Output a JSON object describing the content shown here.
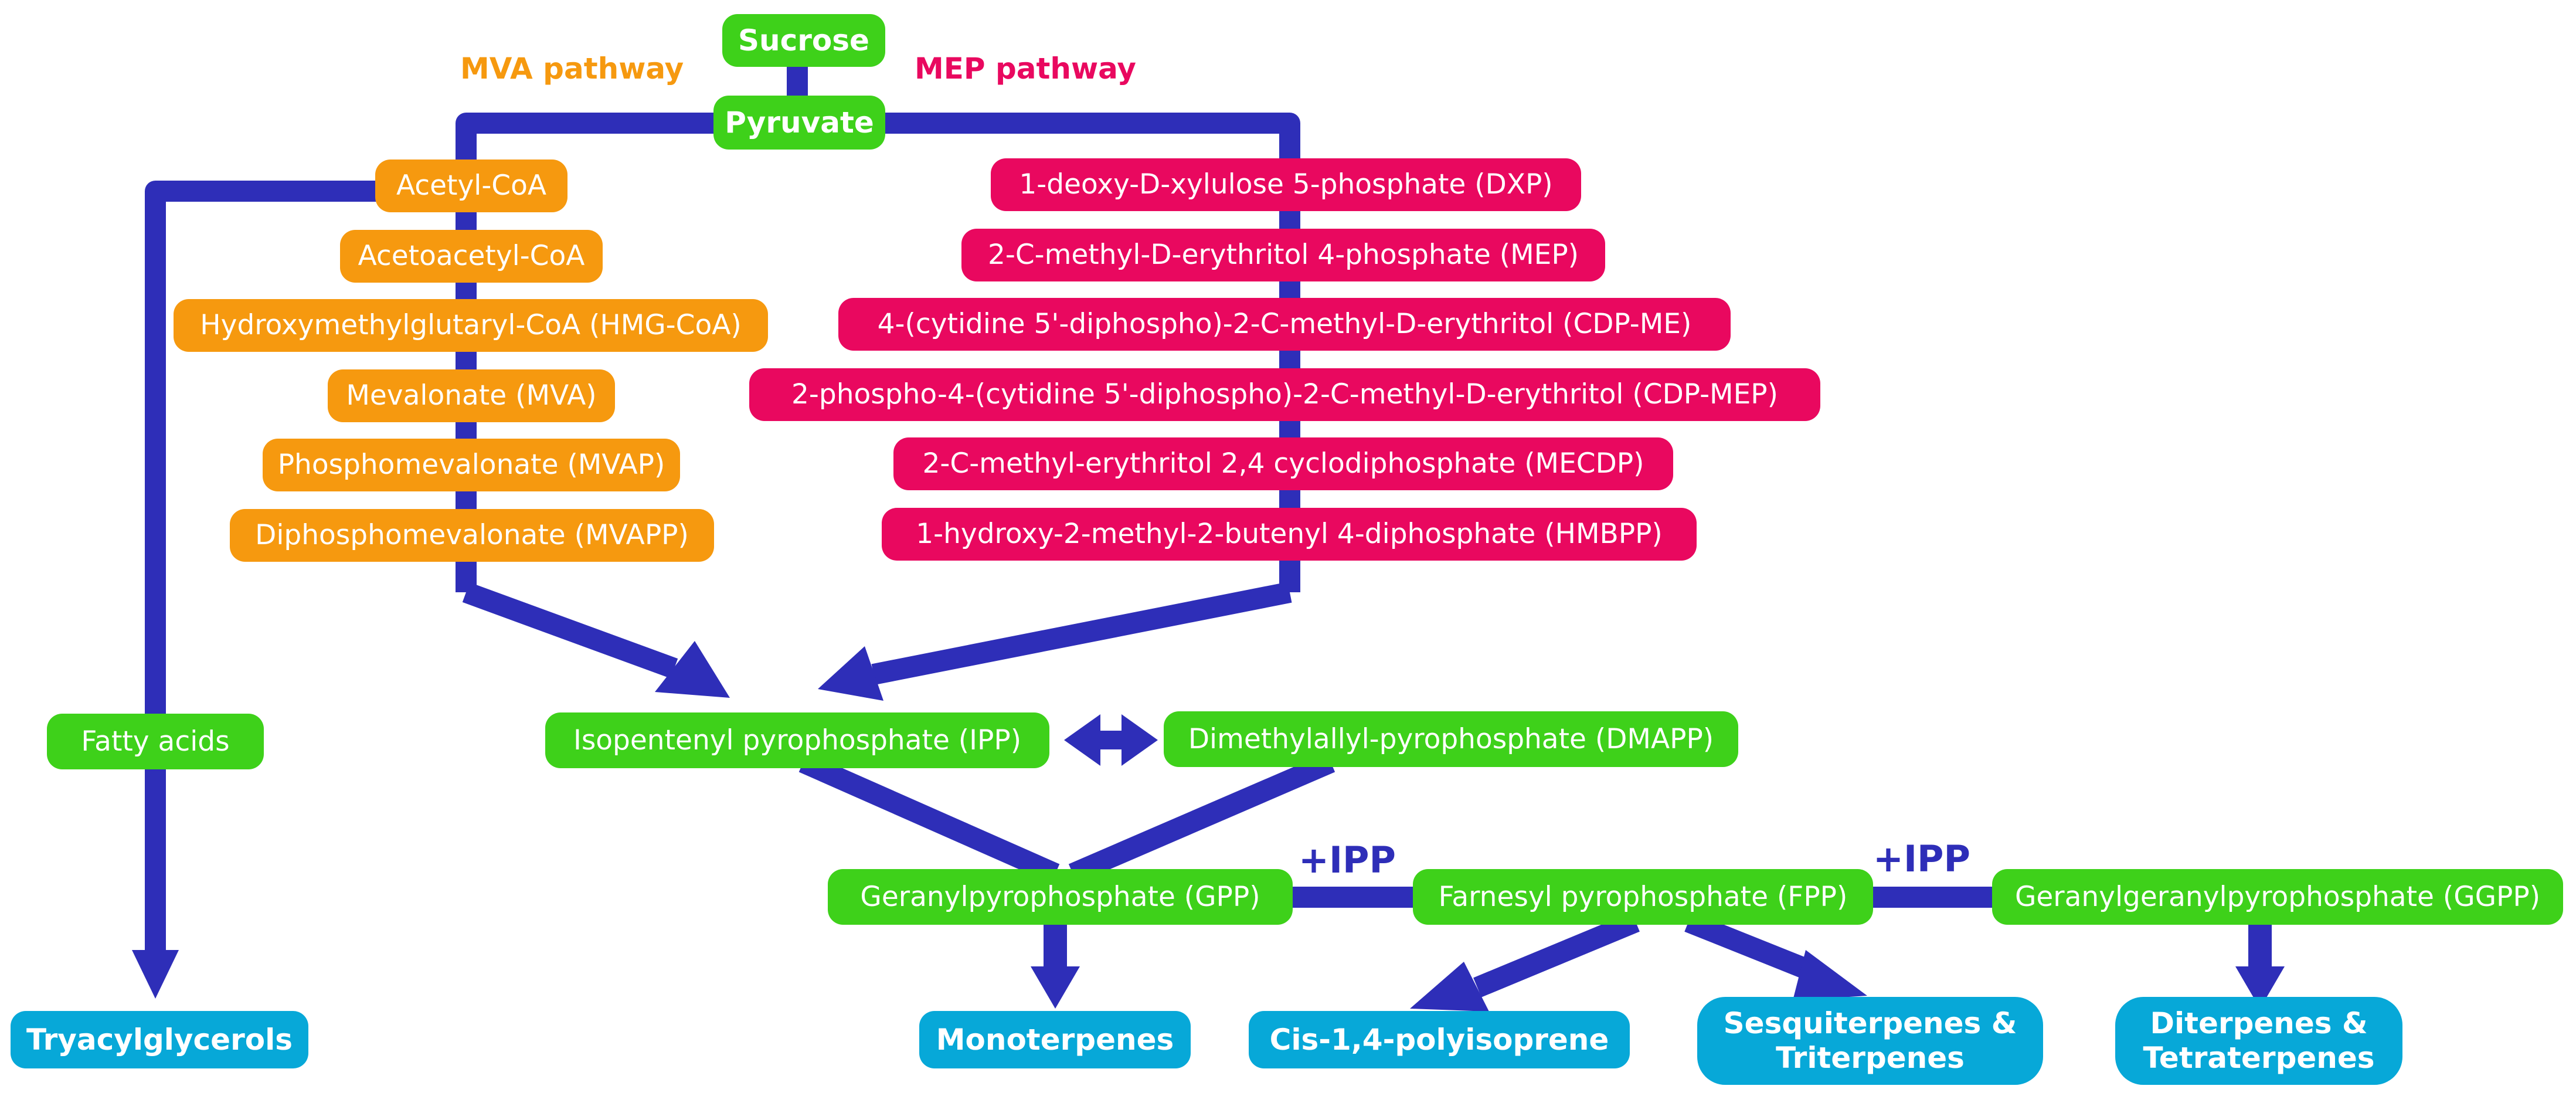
{
  "colors": {
    "arrow": "#2e2eb8",
    "start_node": "#3ed11a",
    "mva_node": "#f6990f",
    "mep_node": "#e9085f",
    "product_node": "#07a8d8"
  },
  "labels": {
    "mva_pathway": "MVA pathway",
    "mep_pathway": "MEP pathway",
    "plus_ipp_1": "+IPP",
    "plus_ipp_2": "+IPP"
  },
  "nodes": {
    "sucrose": "Sucrose",
    "pyruvate": "Pyruvate",
    "fatty_acids": "Fatty acids",
    "tryacylglycerols": "Tryacylglycerols",
    "mva": [
      "Acetyl-CoA",
      "Acetoacetyl-CoA",
      "Hydroxymethylglutaryl-CoA (HMG-CoA)",
      "Mevalonate (MVA)",
      "Phosphomevalonate (MVAP)",
      "Diphosphomevalonate (MVAPP)"
    ],
    "mep": [
      "1-deoxy-D-xylulose 5-phosphate (DXP)",
      "2-C-methyl-D-erythritol 4-phosphate (MEP)",
      "4-(cytidine 5'-diphospho)-2-C-methyl-D-erythritol (CDP-ME)",
      "2-phospho-4-(cytidine 5'-diphospho)-2-C-methyl-D-erythritol (CDP-MEP)",
      "2-C-methyl-erythritol 2,4 cyclodiphosphate (MECDP)",
      "1-hydroxy-2-methyl-2-butenyl 4-diphosphate (HMBPP)"
    ],
    "ipp": "Isopentenyl pyrophosphate (IPP)",
    "dmapp": "Dimethylallyl-pyrophosphate (DMAPP)",
    "gpp": "Geranylpyrophosphate (GPP)",
    "fpp": "Farnesyl pyrophosphate (FPP)",
    "ggpp": "Geranylgeranylpyrophosphate (GGPP)",
    "monoterpenes": "Monoterpenes",
    "polyisoprene": "Cis-1,4-polyisoprene",
    "sesquiterpenes_line1": "Sesquiterpenes &",
    "sesquiterpenes_line2": "Triterpenes",
    "diterpenes_line1": "Diterpenes &",
    "diterpenes_line2": "Tetraterpenes"
  }
}
